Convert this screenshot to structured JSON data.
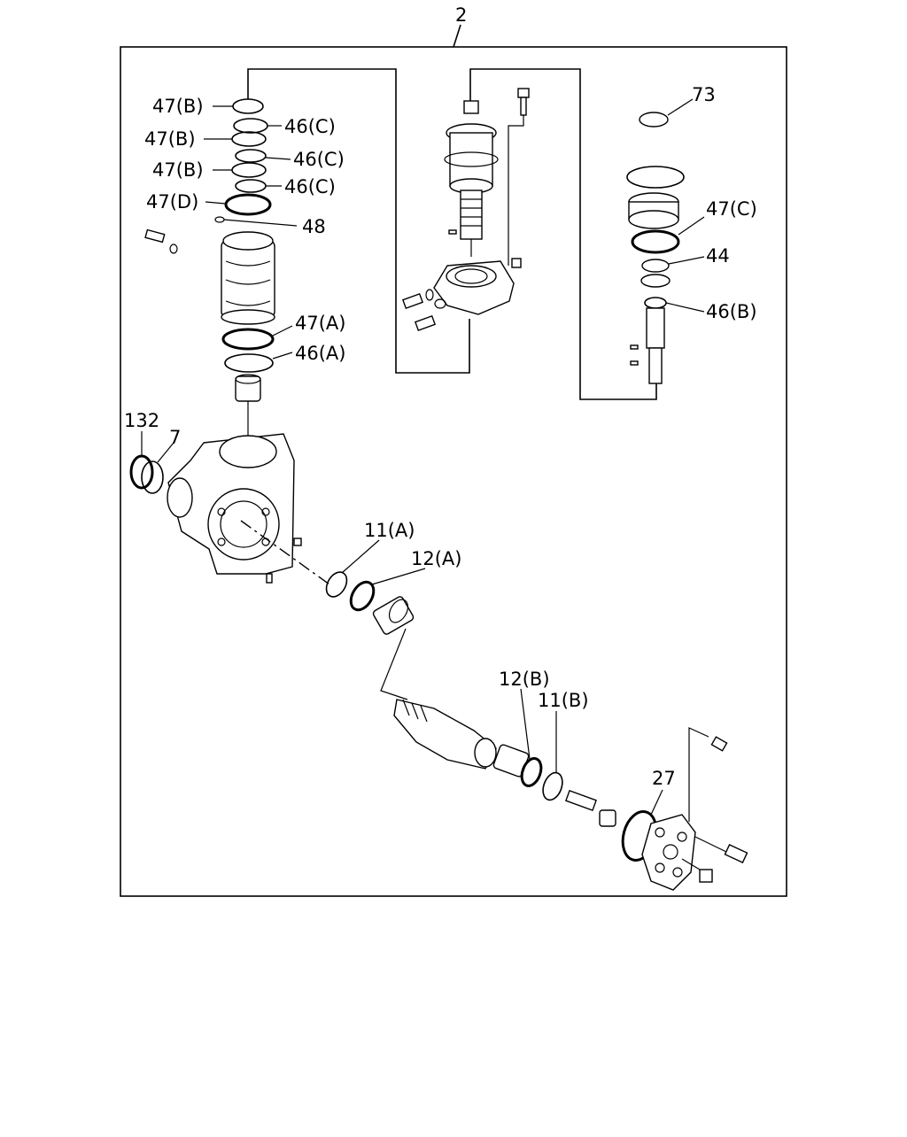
{
  "assembly_label": "2",
  "callouts": [
    {
      "id": "c-47b-1",
      "text": "47(B)"
    },
    {
      "id": "c-46c-1",
      "text": "46(C)"
    },
    {
      "id": "c-47b-2",
      "text": "47(B)"
    },
    {
      "id": "c-46c-2",
      "text": "46(C)"
    },
    {
      "id": "c-47b-3",
      "text": "47(B)"
    },
    {
      "id": "c-46c-3",
      "text": "46(C)"
    },
    {
      "id": "c-47d",
      "text": "47(D)"
    },
    {
      "id": "c-48",
      "text": "48"
    },
    {
      "id": "c-47a",
      "text": "47(A)"
    },
    {
      "id": "c-46a",
      "text": "46(A)"
    },
    {
      "id": "c-73",
      "text": "73"
    },
    {
      "id": "c-47c",
      "text": "47(C)"
    },
    {
      "id": "c-44",
      "text": "44"
    },
    {
      "id": "c-46b",
      "text": "46(B)"
    },
    {
      "id": "c-132",
      "text": "132"
    },
    {
      "id": "c-7",
      "text": "7"
    },
    {
      "id": "c-11a",
      "text": "11(A)"
    },
    {
      "id": "c-12a",
      "text": "12(A)"
    },
    {
      "id": "c-12b",
      "text": "12(B)"
    },
    {
      "id": "c-11b",
      "text": "11(B)"
    },
    {
      "id": "c-27",
      "text": "27"
    }
  ]
}
